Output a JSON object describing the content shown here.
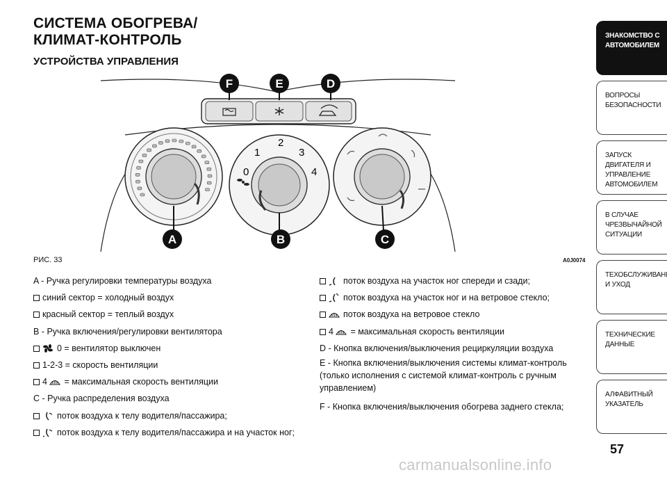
{
  "title_lines": [
    "СИСТЕМА ОБОГРЕВА/",
    "КЛИМАТ-КОНТРОЛЬ"
  ],
  "subtitle": "УСТРОЙСТВА УПРАВЛЕНИЯ",
  "figure": {
    "label": "РИС. 33",
    "code": "A0J0074",
    "callouts": {
      "F": "F",
      "E": "E",
      "D": "D",
      "A": "A",
      "B": "B",
      "C": "C"
    },
    "fan_scale": {
      "s0": "0",
      "s1": "1",
      "s2": "2",
      "s3": "3",
      "s4": "4"
    }
  },
  "left_column": [
    "A - Ручка регулировки температуры воздуха",
    "синий сектор = холодный воздух",
    "красный сектор = теплый воздух",
    "B - Ручка включения/регулировки вентилятора",
    "0 = вентилятор выключен",
    "1-2-3 = скорость вентиляции",
    "4",
    "= максимальная скорость вентиляции",
    "C - Ручка распределения воздуха",
    "поток воздуха к телу водителя/пассажира;",
    "поток воздуха к телу водителя/пассажира и на участок ног;"
  ],
  "right_column": [
    "поток воздуха на участок ног спереди и сзади;",
    "поток воздуха на участок ног и на ветровое стекло;",
    "поток воздуха на ветровое стекло",
    "4",
    "= максимальная скорость вентиляции",
    "D - Кнопка включения/выключения рециркуляции воздуха",
    "E - Кнопка включения/выключения системы климат-контроль (только исполнения с системой климат-контроль с ручным управлением)",
    "F - Кнопка включения/выключения обогрева заднего стекла;"
  ],
  "sidebar_tabs": [
    "ЗНАКОМСТВО С АВТОМОБИЛЕМ",
    "ВОПРОСЫ БЕЗОПАСНОСТИ",
    "ЗАПУСК ДВИГАТЕЛЯ И УПРАВЛЕНИЕ АВТОМОБИЛЕМ",
    "В СЛУЧАЕ ЧРЕЗВЫЧАЙНОЙ СИТУАЦИИ",
    "ТЕХОБСЛУЖИВАНИЕ И УХОД",
    "ТЕХНИЧЕСКИЕ ДАННЫЕ",
    "АЛФАВИТНЫЙ УКАЗАТЕЛЬ"
  ],
  "page_number": "57",
  "watermark": "carmanualsonline.info"
}
